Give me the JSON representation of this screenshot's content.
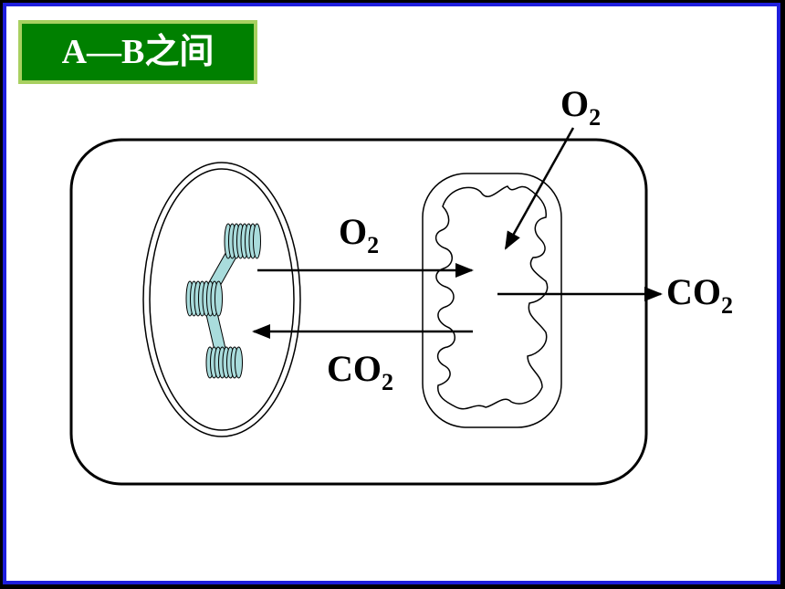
{
  "title": "A—B之间",
  "labels": {
    "o2_top": {
      "base": "O",
      "sub": "2"
    },
    "o2_mid": {
      "base": "O",
      "sub": "2"
    },
    "co2_right": {
      "base": "CO",
      "sub": "2"
    },
    "co2_mid": {
      "base": "CO",
      "sub": "2"
    }
  },
  "colors": {
    "border": "#1e1edc",
    "title_bg": "#008000",
    "title_border": "#a8d060",
    "grana": "#a9dcdc"
  }
}
